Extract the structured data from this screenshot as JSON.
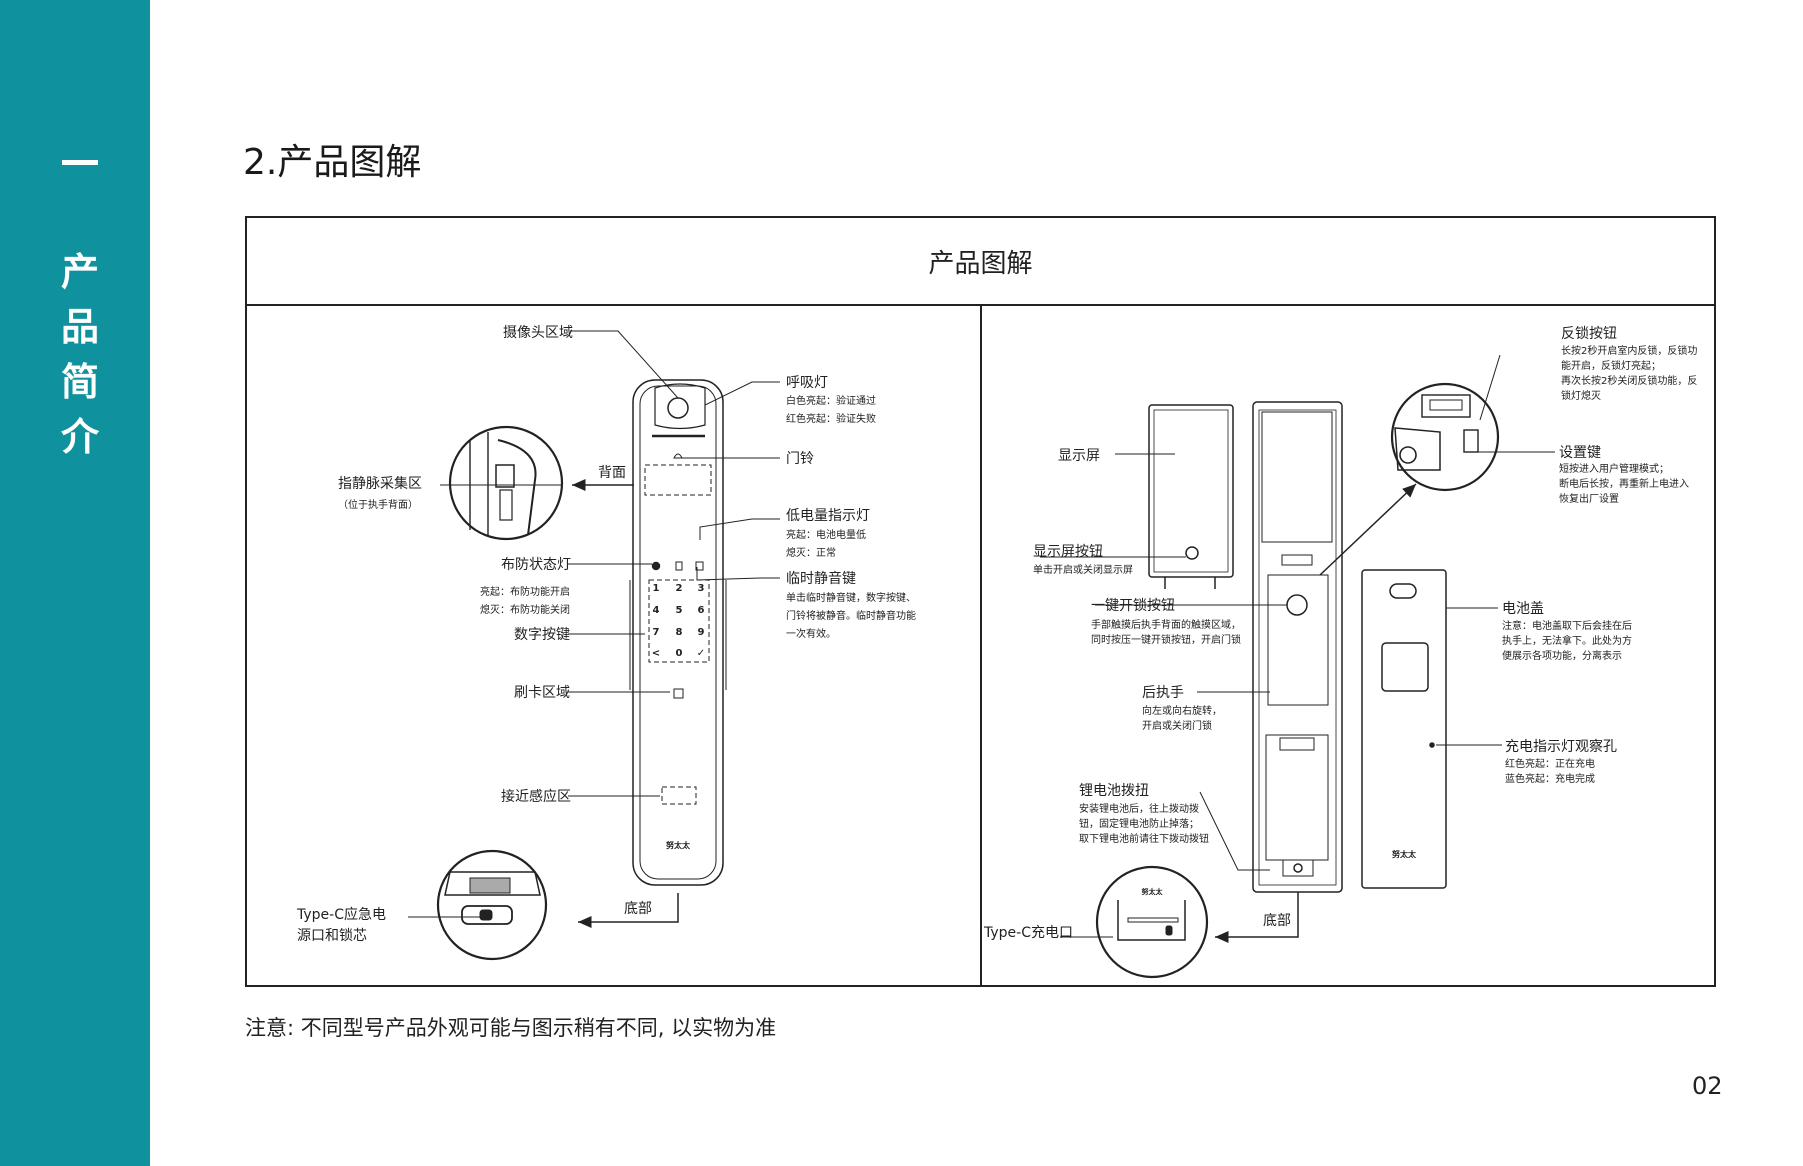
{
  "sidebar": {
    "chapter_chars": [
      "产",
      "品",
      "简",
      "介"
    ]
  },
  "section_title": "2.产品图解",
  "frame_title": "产品图解",
  "front": {
    "camera": "摄像头区域",
    "breathing_light": "呼吸灯",
    "breathing_desc_1": "白色亮起：验证通过",
    "breathing_desc_2": "红色亮起：验证失败",
    "doorbell": "门铃",
    "back": "背面",
    "finger_vein": "指静脉采集区",
    "finger_vein_sub": "（位于执手背面）",
    "low_battery": "低电量指示灯",
    "low_battery_desc_1": "亮起：电池电量低",
    "low_battery_desc_2": "熄灭：正常",
    "arm_light": "布防状态灯",
    "arm_desc_1": "亮起：布防功能开启",
    "arm_desc_2": "熄灭：布防功能关闭",
    "mute_key": "临时静音键",
    "mute_desc_1": "单击临时静音键，数字按键、",
    "mute_desc_2": "门铃将被静音。临时静音功能",
    "mute_desc_3": "一次有效。",
    "number_keys": "数字按键",
    "card_area": "刷卡区域",
    "proximity": "接近感应区",
    "typec_1": "Type-C应急电",
    "typec_2": "源口和锁芯",
    "bottom": "底部",
    "keypad": [
      "1",
      "2",
      "3",
      "4",
      "5",
      "6",
      "7",
      "8",
      "9",
      "<",
      "0",
      "✓"
    ],
    "brand": "努太太"
  },
  "rear": {
    "screen": "显示屏",
    "screen_button": "显示屏按钮",
    "screen_button_desc": "单击开启或关闭显示屏",
    "unlock_button": "一键开锁按钮",
    "unlock_desc_1": "手部触摸后执手背面的触摸区域，",
    "unlock_desc_2": "同时按压一键开锁按钮，开启门锁",
    "rear_handle": "后执手",
    "rear_handle_desc_1": "向左或向右旋转，",
    "rear_handle_desc_2": "开启或关闭门锁",
    "battery_pull": "锂电池拨扭",
    "battery_pull_desc_1": "安装锂电池后，往上拨动拨",
    "battery_pull_desc_2": "钮，固定锂电池防止掉落；",
    "battery_pull_desc_3": "取下锂电池前请往下拨动拨钮",
    "typec": "Type-C充电口",
    "bottom": "底部",
    "anti_lock": "反锁按钮",
    "anti_lock_desc_1": "长按2秒开启室内反锁，反锁功",
    "anti_lock_desc_2": "能开启，反锁灯亮起；",
    "anti_lock_desc_3": "再次长按2秒关闭反锁功能，反",
    "anti_lock_desc_4": "锁灯熄灭",
    "settings_key": "设置键",
    "settings_desc_1": "短按进入用户管理模式；",
    "settings_desc_2": "断电后长按，再重新上电进入",
    "settings_desc_3": "恢复出厂设置",
    "battery_cover": "电池盖",
    "battery_cover_desc_1": "注意：电池盖取下后会挂在后",
    "battery_cover_desc_2": "执手上，无法拿下。此处为方",
    "battery_cover_desc_3": "便展示各项功能，分离表示",
    "charge_hole": "充电指示灯观察孔",
    "charge_desc_1": "红色亮起：正在充电",
    "charge_desc_2": "蓝色亮起：充电完成",
    "brand": "努太太"
  },
  "note": "注意: 不同型号产品外观可能与图示稍有不同, 以实物为准",
  "page_number": "02"
}
